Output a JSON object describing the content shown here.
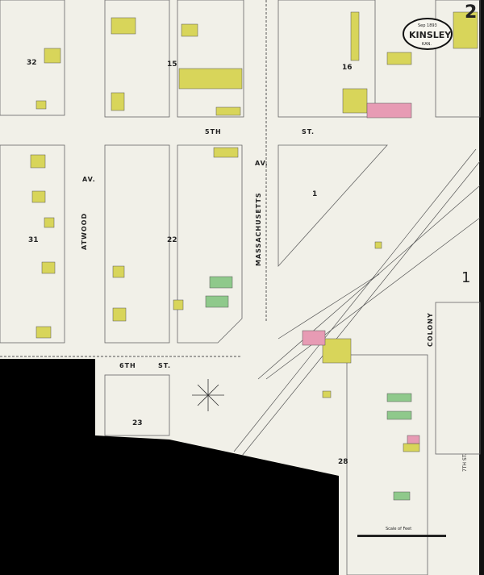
{
  "sheet": {
    "page_number": "2",
    "adjacent_sheet": "1"
  },
  "title_cartouche": {
    "date": "Sep 1893",
    "city": "KINSLEY",
    "state": "KAN."
  },
  "streets": {
    "atwood": "ATWOOD",
    "atwood_suffix": "AV.",
    "massachusetts": "MASSACHUSETTS",
    "massachusetts_suffix": "AV.",
    "fifth": "5TH",
    "fifth_suffix": "ST.",
    "sixth": "6TH",
    "sixth_suffix": "ST.",
    "colony": "COLONY",
    "seventh": "7TH ST."
  },
  "blocks": [
    "32",
    "15",
    "16",
    "1",
    "31",
    "22",
    "23",
    "28"
  ],
  "scale": {
    "label": "Scale of Feet"
  },
  "colors": {
    "paper": "#f1f0e8",
    "frame": "#d8d55a",
    "brick": "#e79bb4",
    "stone": "#8fc98b",
    "line": "#555555"
  }
}
